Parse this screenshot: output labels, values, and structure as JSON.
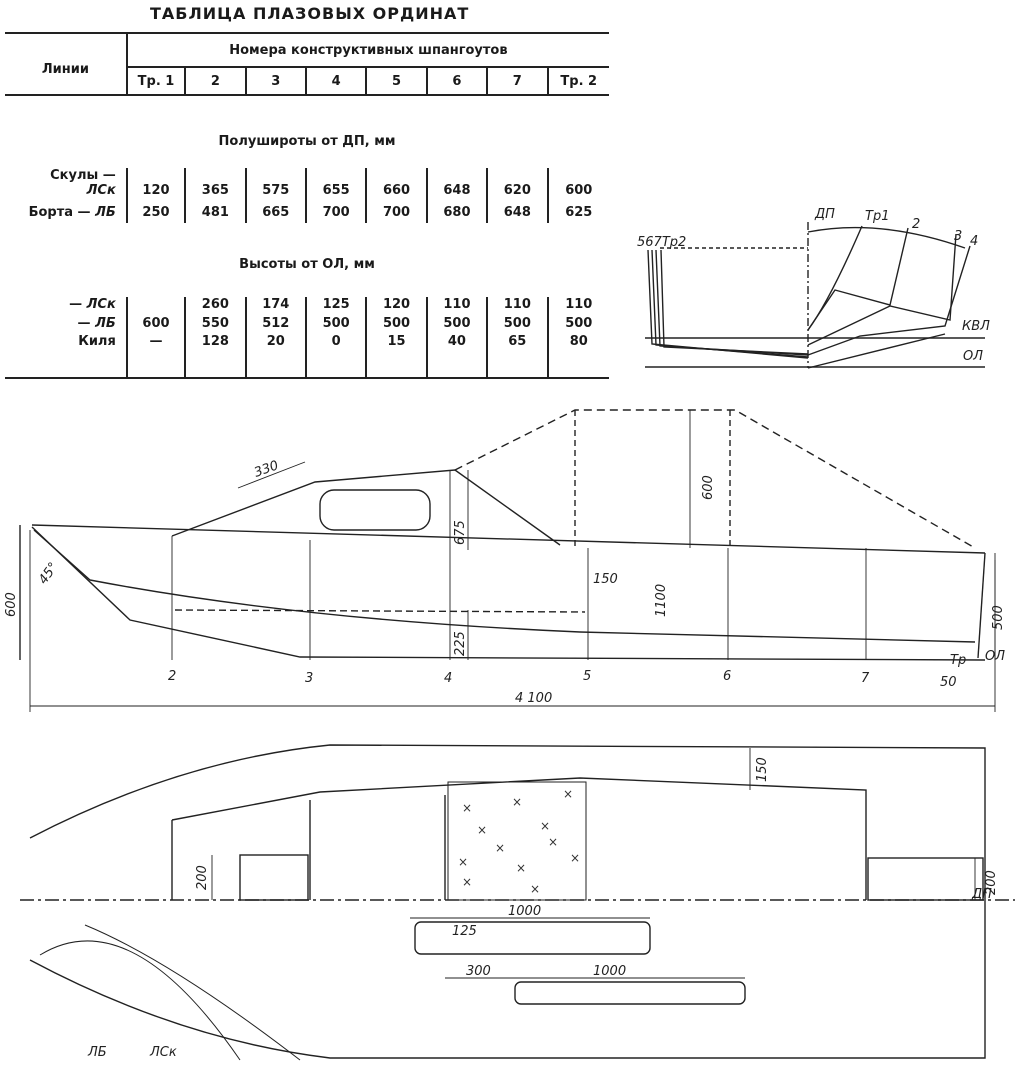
{
  "table": {
    "title": "ТАБЛИЦА ПЛАЗОВЫХ ОРДИНАТ",
    "col_lines": "Линии",
    "col_group": "Номера конструктивных шпангоутов",
    "columns": [
      "Тр. 1",
      "2",
      "3",
      "4",
      "5",
      "6",
      "7",
      "Тр. 2"
    ],
    "section1": "Полушироты от ДП, мм",
    "section2": "Высоты от ОЛ, мм",
    "rows1": [
      {
        "label_a": "Скулы —",
        "label_b": "ЛСк",
        "values": [
          "120",
          "365",
          "575",
          "655",
          "660",
          "648",
          "620",
          "600"
        ]
      },
      {
        "label_a": "Борта — ",
        "label_b": "ЛБ",
        "values": [
          "250",
          "481",
          "665",
          "700",
          "700",
          "680",
          "648",
          "625"
        ]
      }
    ],
    "rows2": [
      {
        "label_a": "— ",
        "label_b": "ЛСк",
        "values": [
          "",
          "260",
          "174",
          "125",
          "120",
          "110",
          "110",
          "110"
        ]
      },
      {
        "label_a": "— ",
        "label_b": "ЛБ",
        "values": [
          "600",
          "550",
          "512",
          "500",
          "500",
          "500",
          "500",
          "500"
        ]
      },
      {
        "label_a": "Киля",
        "label_b": "",
        "values": [
          "—",
          "128",
          "20",
          "0",
          "15",
          "40",
          "65",
          "80"
        ]
      }
    ]
  },
  "body_plan": {
    "dp": "ДП",
    "tr1": "Тр1",
    "n2": "2",
    "n3": "3",
    "n4": "4",
    "left_stations": "567Тр2",
    "kvl": "КВЛ",
    "ol": "ОЛ"
  },
  "profile": {
    "dim_330": "330",
    "dim_675": "675",
    "dim_600_top": "600",
    "dim_600_left": "600",
    "dim_45": "45°",
    "dim_150": "150",
    "dim_1100": "1100",
    "dim_225": "225",
    "dim_500": "500",
    "dim_50": "50",
    "dim_total": "4 100",
    "stations": [
      "2",
      "3",
      "4",
      "5",
      "6",
      "7"
    ],
    "tr": "Тр",
    "ol": "ОЛ"
  },
  "plan": {
    "dim_150": "150",
    "dim_200_left": "200",
    "dim_200_right": "200",
    "dim_1000_a": "1000",
    "dim_125": "125",
    "dim_300": "300",
    "dim_1000_b": "1000",
    "dp": "ДП",
    "lb": "ЛБ",
    "lsk": "ЛСк"
  }
}
